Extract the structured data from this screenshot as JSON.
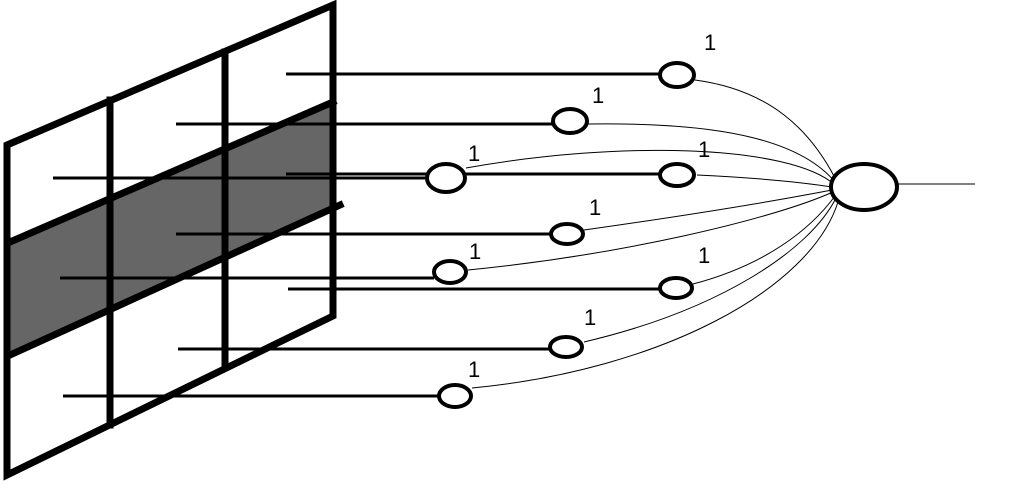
{
  "colors": {
    "ink": "#000000",
    "shaded_cells": "#666666",
    "background": "#ffffff"
  },
  "grid": {
    "rows": 3,
    "columns": 3,
    "shaded_row": 2
  },
  "weights": [
    {
      "id": "w1",
      "label": "1"
    },
    {
      "id": "w2",
      "label": "1"
    },
    {
      "id": "w3",
      "label": "1"
    },
    {
      "id": "w4",
      "label": "1"
    },
    {
      "id": "w5",
      "label": "1"
    },
    {
      "id": "w6",
      "label": "1"
    },
    {
      "id": "w7",
      "label": "1"
    },
    {
      "id": "w8",
      "label": "1"
    },
    {
      "id": "w9",
      "label": "1"
    }
  ]
}
